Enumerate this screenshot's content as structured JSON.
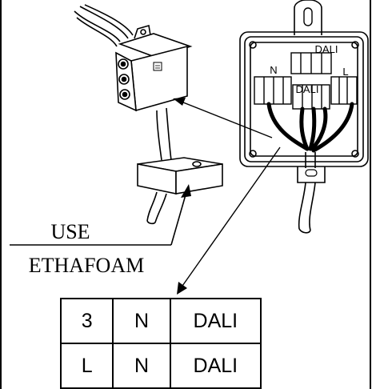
{
  "callout": {
    "line1": "USE",
    "line2": "ETHAFOAM"
  },
  "terminal_labels": {
    "top": "DALI",
    "left": "N",
    "center": "DALI",
    "right": "L"
  },
  "wiring_table": {
    "rows": [
      [
        "3",
        "N",
        "DALI"
      ],
      [
        "L",
        "N",
        "DALI"
      ]
    ]
  },
  "colors": {
    "line": "#000000",
    "background": "#ffffff"
  }
}
